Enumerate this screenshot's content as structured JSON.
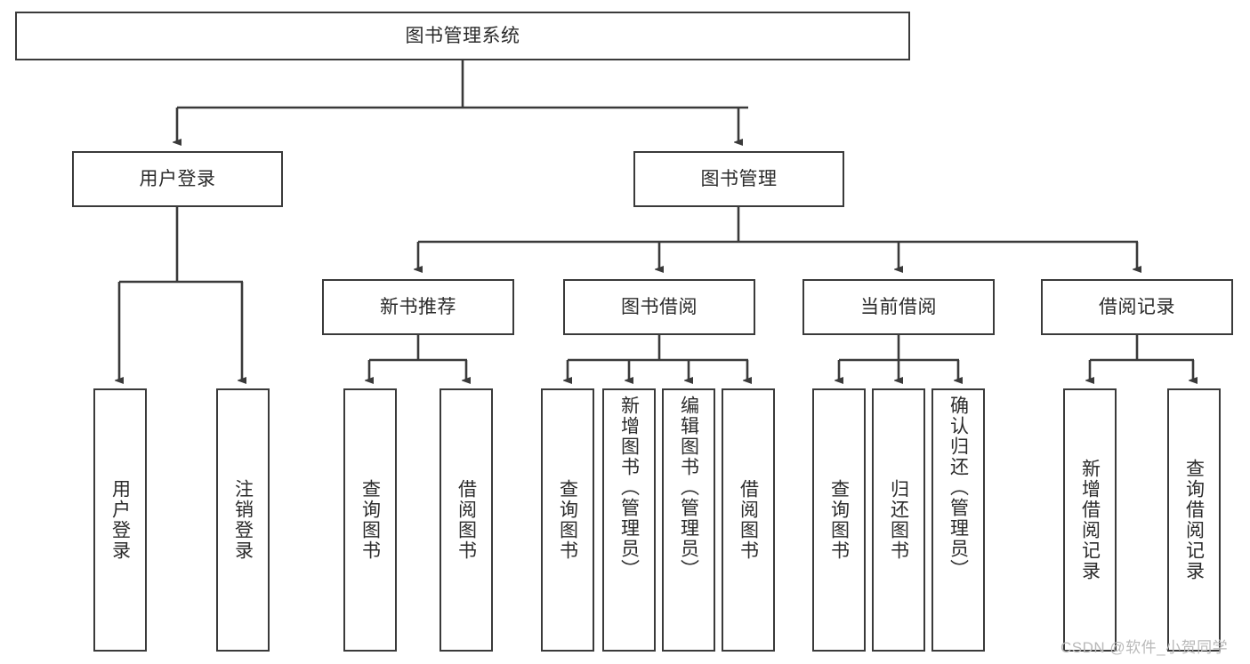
{
  "diagram": {
    "title": "图书管理系统",
    "type": "hierarchy-tree",
    "watermark": "CSDN @软件_小贺同学",
    "colors": {
      "background": "#ffffff",
      "stroke": "#3a3a3a",
      "text": "#2b2b2b",
      "watermark": "#b9b9b9"
    },
    "nodes": {
      "root": {
        "label": "图书管理系统"
      },
      "level2": [
        {
          "id": "user-login",
          "label": "用户登录"
        },
        {
          "id": "book-manage",
          "label": "图书管理"
        }
      ],
      "level3": [
        {
          "id": "new-book-recommend",
          "label": "新书推荐"
        },
        {
          "id": "book-borrow",
          "label": "图书借阅"
        },
        {
          "id": "current-borrow",
          "label": "当前借阅"
        },
        {
          "id": "borrow-record",
          "label": "借阅记录"
        }
      ],
      "leaves": {
        "user-login": [
          {
            "id": "leaf-user-login",
            "label": "用户登录"
          },
          {
            "id": "leaf-logout-login",
            "label": "注销登录"
          }
        ],
        "new-book-recommend": [
          {
            "id": "leaf-query-book-1",
            "label": "查询图书"
          },
          {
            "id": "leaf-borrow-book-1",
            "label": "借阅图书"
          }
        ],
        "book-borrow": [
          {
            "id": "leaf-query-book-2",
            "label": "查询图书"
          },
          {
            "id": "leaf-add-book",
            "label": "新增图书（管理员）"
          },
          {
            "id": "leaf-edit-book",
            "label": "编辑图书（管理员）"
          },
          {
            "id": "leaf-borrow-book-2",
            "label": "借阅图书"
          }
        ],
        "current-borrow": [
          {
            "id": "leaf-query-book-3",
            "label": "查询图书"
          },
          {
            "id": "leaf-return-book",
            "label": "归还图书"
          },
          {
            "id": "leaf-confirm-return",
            "label": "确认归还（管理员）"
          }
        ],
        "borrow-record": [
          {
            "id": "leaf-add-record",
            "label": "新增借阅记录"
          },
          {
            "id": "leaf-query-record",
            "label": "查询借阅记录"
          }
        ]
      }
    }
  }
}
